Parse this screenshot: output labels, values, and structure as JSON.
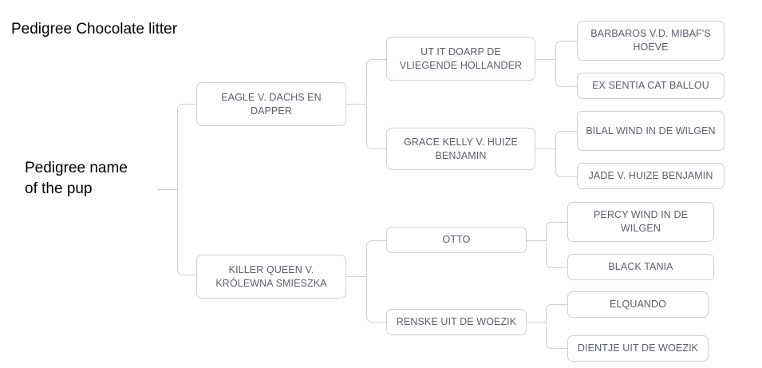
{
  "page": {
    "title": "Pedigree Chocolate litter",
    "root_label": "Pedigree name\nof the pup",
    "root_label_line1": "Pedigree name",
    "root_label_line2": "of the pup",
    "background_color": "#ffffff",
    "node_border_color": "#d0d0d0",
    "node_text_color": "#5a606b",
    "connector_color": "#d0d0d0",
    "title_color": "#000000"
  },
  "tree": {
    "generation1": [
      {
        "id": "sire",
        "name": "EAGLE V. DACHS EN DAPPER"
      },
      {
        "id": "dam",
        "name": "KILLER QUEEN V. KRÓLEWNA SMIESZKA"
      }
    ],
    "generation2": [
      {
        "id": "sire-sire",
        "name": "UT IT DOARP DE VLIEGENDE HOLLANDER"
      },
      {
        "id": "sire-dam",
        "name": "GRACE KELLY V. HUIZE BENJAMIN"
      },
      {
        "id": "dam-sire",
        "name": "OTTO"
      },
      {
        "id": "dam-dam",
        "name": "RENSKE UIT DE WOEZIK"
      }
    ],
    "generation3": [
      {
        "id": "ss-sire",
        "name": "BARBAROS V.D. MIBAF'S HOEVE"
      },
      {
        "id": "ss-dam",
        "name": "EX SENTIA CAT BALLOU"
      },
      {
        "id": "sd-sire",
        "name": "BILAL WIND IN DE WILGEN"
      },
      {
        "id": "sd-dam",
        "name": "JADE V. HUIZE BENJAMIN"
      },
      {
        "id": "ds-sire",
        "name": "PERCY WIND IN DE WILGEN"
      },
      {
        "id": "ds-dam",
        "name": "BLACK TANIA"
      },
      {
        "id": "dd-sire",
        "name": "ELQUANDO"
      },
      {
        "id": "dd-dam",
        "name": "DIENTJE UIT DE WOEZIK"
      }
    ]
  }
}
